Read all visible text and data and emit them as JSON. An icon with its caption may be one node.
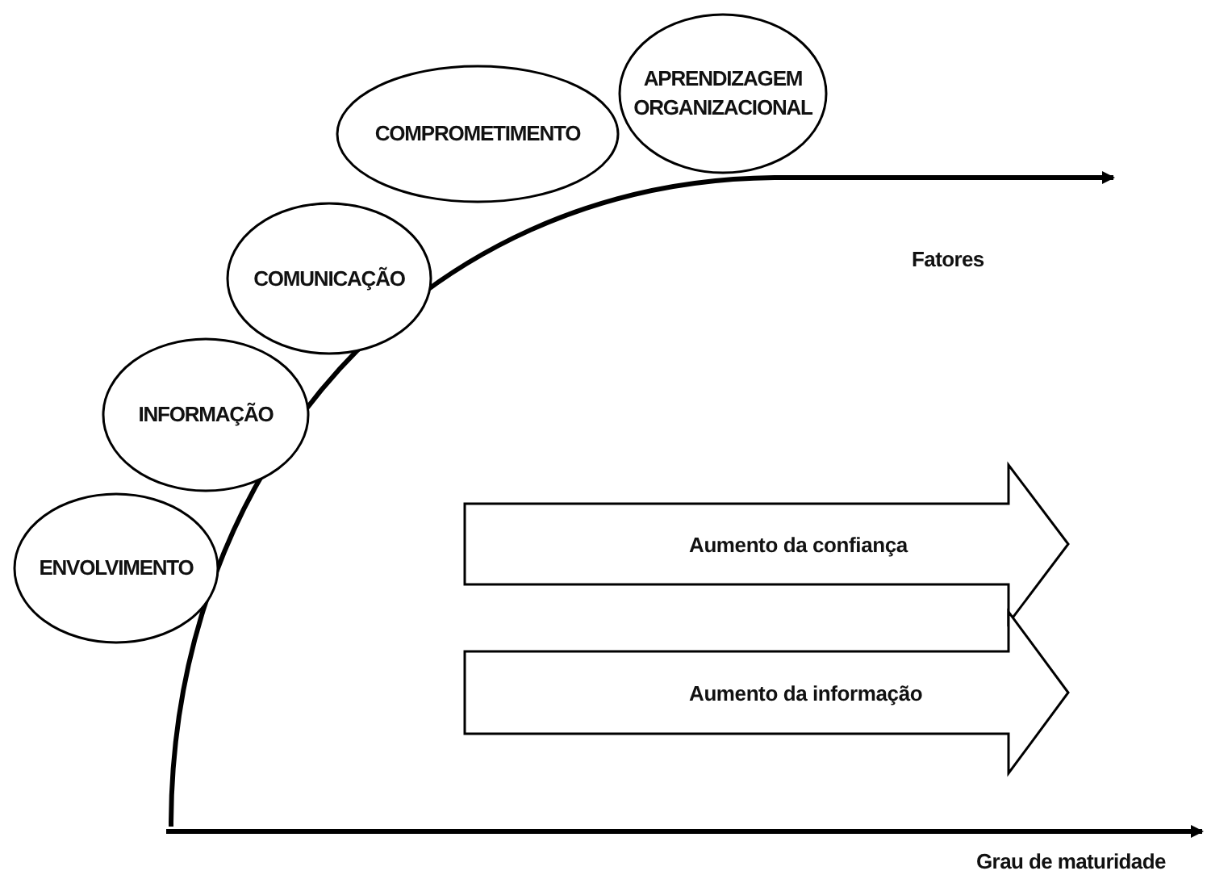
{
  "diagram": {
    "nodes": [
      {
        "text": [
          "ENVOLVIMENTO"
        ]
      },
      {
        "text": [
          "INFORMAÇÃO"
        ]
      },
      {
        "text": [
          "COMUNICAÇÃO"
        ]
      },
      {
        "text": [
          "COMPROMETIMENTO"
        ]
      },
      {
        "text": [
          "APRENDIZAGEM ORGANIZACIONAL"
        ]
      },
      {
        "text": [
          "Aumento da confiança"
        ]
      },
      {
        "text": [
          "Aumento da informação"
        ]
      }
    ],
    "edges": [],
    "labels": [
      "Fatores",
      "Grau de maturidade"
    ]
  }
}
